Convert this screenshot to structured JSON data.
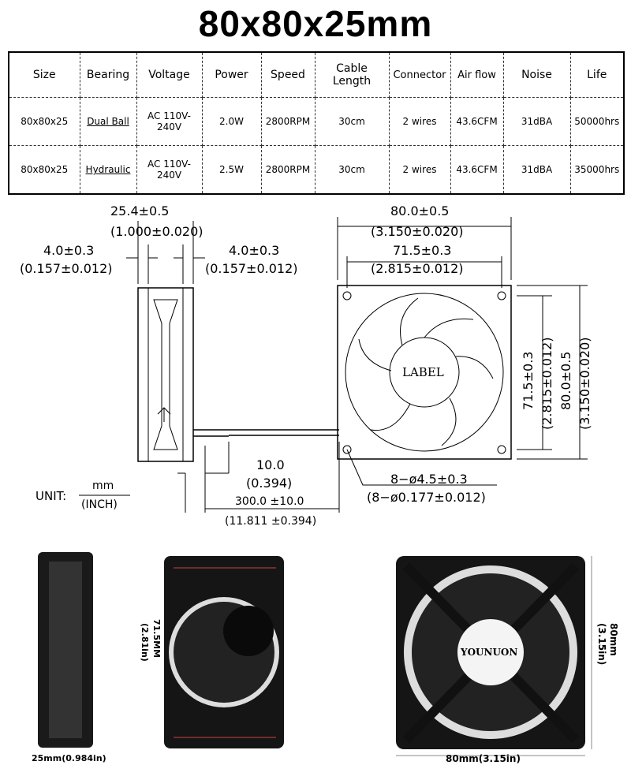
{
  "title": "80x80x25mm",
  "table": {
    "headers": [
      "Size",
      "Bearing",
      "Voltage",
      "Power",
      "Speed",
      "Cable Length",
      "Connector",
      "Air flow",
      "Noise",
      "Life"
    ],
    "rows": [
      [
        "80x80x25",
        "Dual Ball",
        "AC 110V-240V",
        "2.0W",
        "2800RPM",
        "30cm",
        "2 wires",
        "43.6CFM",
        "31dBA",
        "50000hrs"
      ],
      [
        "80x80x25",
        "Hydraulic",
        "AC 110V-240V",
        "2.5W",
        "2800RPM",
        "30cm",
        "2 wires",
        "43.6CFM",
        "31dBA",
        "35000hrs"
      ]
    ]
  },
  "drawing": {
    "thickness": "25.4±0.5",
    "thickness_in": "(1.000±0.020)",
    "rim_left": "4.0±0.3",
    "rim_left_in": "(0.157±0.012)",
    "rim_right": "4.0±0.3",
    "rim_right_in": "(0.157±0.012)",
    "width": "80.0±0.5",
    "width_in": "(3.150±0.020)",
    "hole_pitch": "71.5±0.3",
    "hole_pitch_in": "(2.815±0.012)",
    "v_pitch": "71.5±0.3",
    "v_pitch_in": "(2.815±0.012)",
    "v_width": "80.0±0.5",
    "v_width_in": "(3.150±0.020)",
    "label": "LABEL",
    "strip": "10.0",
    "strip_in": "(0.394)",
    "cable": "300.0 ±10.0",
    "cable_in": "(11.811 ±0.394)",
    "holes": "8−ø4.5±0.3",
    "holes_in": "(8−ø0.177±0.012)",
    "unit_label": "UNIT:",
    "unit_mm": "mm",
    "unit_inch": "(INCH)"
  },
  "photos": {
    "side_caption": "25mm(0.984in)",
    "front_dim": "71.5MM",
    "front_dim_in": "(2.81in)",
    "back_dim": "80mm",
    "back_dim_in": "(3.15in)",
    "bottom_caption": "80mm(3.15in)",
    "brand": "YOUNUON"
  }
}
